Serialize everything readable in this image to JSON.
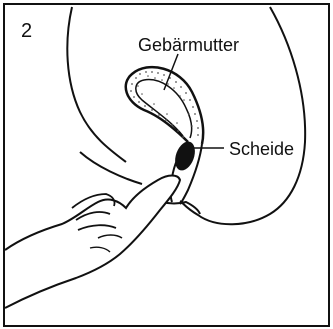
{
  "figure": {
    "step_number": "2",
    "labels": {
      "uterus": "Gebärmutter",
      "vagina": "Scheide"
    }
  },
  "colors": {
    "ink": "#111111",
    "background": "#ffffff",
    "stipple": "#555555"
  }
}
